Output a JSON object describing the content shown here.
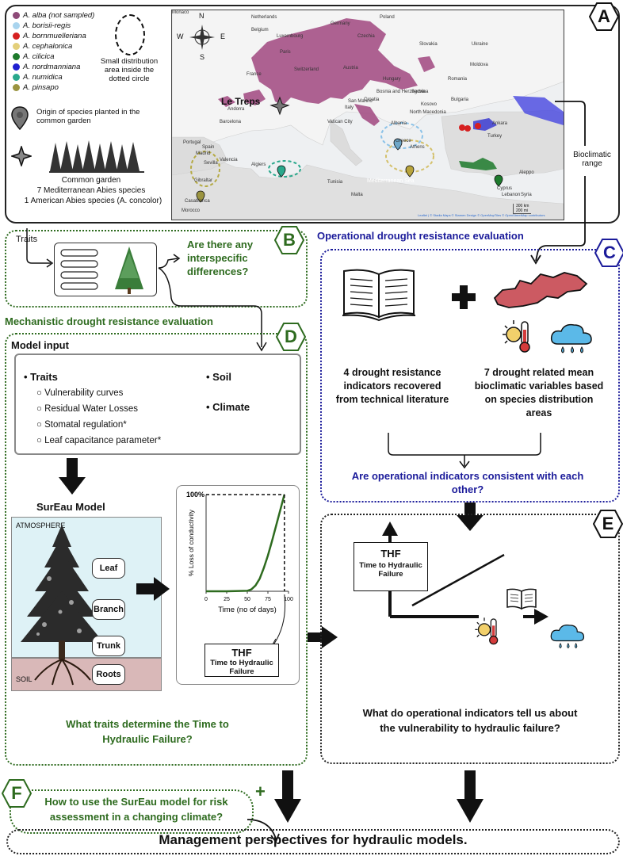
{
  "panels": {
    "A": "A",
    "B": "B",
    "C": "C",
    "D": "D",
    "E": "E",
    "F": "F"
  },
  "legend": {
    "species": [
      {
        "name": "A. alba (not sampled)",
        "color": "#8e4a78"
      },
      {
        "name": "A. borisii-regis",
        "color": "#a9d4ee"
      },
      {
        "name": "A. bornmuelleriana",
        "color": "#d62020"
      },
      {
        "name": "A. cephalonica",
        "color": "#e3cf7a"
      },
      {
        "name": "A. cilicica",
        "color": "#1d7a2c"
      },
      {
        "name": "A. nordmanniana",
        "color": "#1f1fd0"
      },
      {
        "name": "A. numidica",
        "color": "#2aa88c"
      },
      {
        "name": "A. pinsapo",
        "color": "#9b9440"
      }
    ],
    "small_area": "Small distribution area inside the dotted circle",
    "origin": "Origin of species planted in the common garden",
    "garden_title": "Common garden",
    "garden_line1": "7 Mediterranean Abies species",
    "garden_line2": "1 American Abies species (A. concolor)"
  },
  "map": {
    "site_label": "Le Treps",
    "compass": {
      "n": "N",
      "s": "S",
      "e": "E",
      "w": "W"
    },
    "places": [
      "Netherlands",
      "Poland",
      "Germany",
      "Belgium",
      "Luxembourg",
      "Czechia",
      "Paris",
      "Ukraine",
      "Slovakia",
      "Moldova",
      "France",
      "Austria",
      "Hungary",
      "Switzerland",
      "Romania",
      "Le Treps",
      "Monaco",
      "Croatia",
      "San Marino",
      "Bosnia and Herzegovina",
      "Serbia",
      "Bulgaria",
      "Andorra",
      "Italy",
      "Vatican City",
      "Kosovo",
      "North Macedonia",
      "Albania",
      "Barcelona",
      "Greece",
      "Turkey",
      "Portugal",
      "Spain",
      "Madrid",
      "Valencia",
      "Sevilla",
      "Gibraltar",
      "Algiers",
      "Tunisia",
      "Malta",
      "Mediterranean Sea",
      "Cyprus",
      "Lebanon",
      "Syria",
      "Casablanca",
      "Morocco",
      "Aleppo",
      "Athens",
      "Ankara"
    ],
    "attribution": "Leaflet | © Stadia Maps © Stamen Design © OpenMapTiles © OpenStreetMap contributors",
    "scale": [
      "300 km",
      "200 mi"
    ],
    "bioclimatic_label": "Bioclimatic range"
  },
  "panel_b": {
    "traits_label": "Traits",
    "question": "Are there any interspecific differences?"
  },
  "panel_c": {
    "header": "Operational drought resistance evaluation",
    "left_text": "4 drought resistance indicators recovered from technical literature",
    "right_text": "7 drought related mean bioclimatic variables based on species distribution areas",
    "question": "Are operational indicators consistent with each other?"
  },
  "panel_d": {
    "header": "Mechanistic drought resistance evaluation",
    "model_input": "Model input",
    "traits_title": "Traits",
    "traits": [
      "Vulnerability curves",
      "Residual Water Losses",
      "Stomatal regulation*",
      "Leaf capacitance parameter*"
    ],
    "soil": "Soil",
    "climate": "Climate",
    "model_title": "SurEau Model",
    "atmosphere": "ATMOSPHERE",
    "soil_label": "SOIL",
    "nodes": [
      "Leaf",
      "Branch",
      "Trunk",
      "Roots"
    ],
    "question": "What traits determine the Time to Hydraulic Failure?"
  },
  "thf_box": {
    "title": "THF",
    "subtitle": "Time to Hydraulic Failure"
  },
  "panel_e": {
    "thf_title": "THF",
    "thf_sub": "Time to Hydraulic Failure",
    "question": "What do operational indicators tell us about the vulnerability to hydraulic failure?"
  },
  "panel_f": {
    "question": "How to use the SurEau model for risk assessment in a changing climate?",
    "plus": "+"
  },
  "footer": "Management perspectives for hydraulic models.",
  "chart_data": {
    "type": "line",
    "title": "",
    "xlabel": "Time (no of days)",
    "ylabel": "% Loss of conductivity",
    "x_ticks": [
      0,
      25,
      50,
      75,
      100
    ],
    "top_label": "100%",
    "xlim": [
      0,
      100
    ],
    "ylim": [
      0,
      100
    ],
    "series": [
      {
        "values": [
          [
            0,
            0
          ],
          [
            25,
            0
          ],
          [
            50,
            0.5
          ],
          [
            55,
            2
          ],
          [
            60,
            6
          ],
          [
            65,
            13
          ],
          [
            70,
            24
          ],
          [
            75,
            37
          ],
          [
            80,
            52
          ],
          [
            85,
            68
          ],
          [
            90,
            84
          ],
          [
            95,
            100
          ]
        ]
      }
    ],
    "grid": false,
    "color": "#2e6b1f"
  }
}
